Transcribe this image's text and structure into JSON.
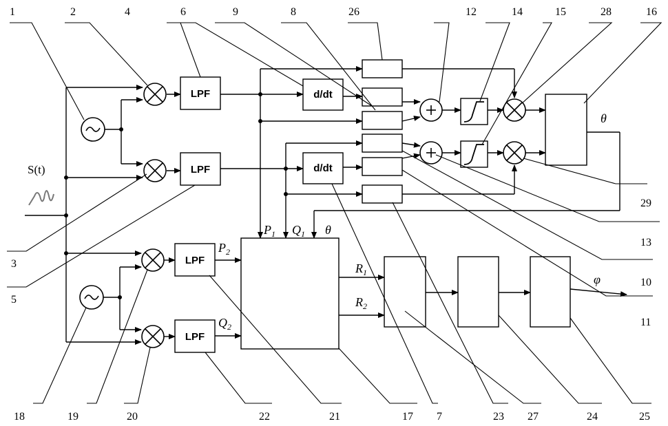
{
  "signal": {
    "label": "S(t)"
  },
  "blocks": {
    "lpf1": "LPF",
    "lpf2": "LPF",
    "lpf3": "LPF",
    "lpf4": "LPF",
    "ddt1": "d/dt",
    "ddt2": "d/dt"
  },
  "signals": {
    "p1": "P",
    "p1_sub": "1",
    "q1": "Q",
    "q1_sub": "1",
    "p2": "P",
    "p2_sub": "2",
    "q2": "Q",
    "q2_sub": "2",
    "r1": "R",
    "r1_sub": "1",
    "r2": "R",
    "r2_sub": "2",
    "theta_out": "θ",
    "theta_in": "θ",
    "phi": "φ"
  },
  "ref_numbers": {
    "top": [
      "1",
      "2",
      "4",
      "6",
      "9",
      "8",
      "26",
      "12",
      "14",
      "15",
      "28",
      "16"
    ],
    "right": [
      "29",
      "13",
      "10",
      "11"
    ],
    "left": [
      "3",
      "5"
    ],
    "bottom": [
      "18",
      "19",
      "20",
      "22",
      "21",
      "17",
      "7",
      "23",
      "27",
      "24",
      "25"
    ]
  }
}
